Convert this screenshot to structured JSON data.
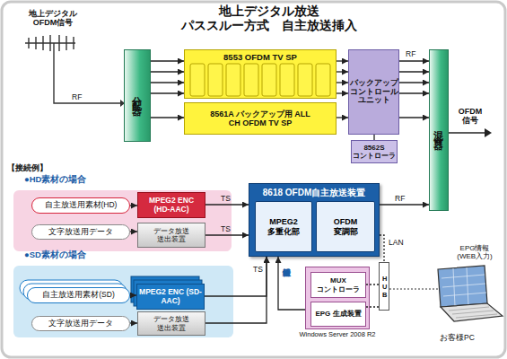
{
  "diagram": {
    "title": "地上デジタル放送 パススルー方式　自主放送挿入",
    "nodes": [
      {
        "text": [
          "分配器"
        ]
      },
      {
        "text": [
          "8553 OFDM TV SP"
        ]
      },
      {
        "text": [
          "8561A バックアップ用 ALL CH OFDM TV SP"
        ]
      },
      {
        "text": [
          "バックアップ コントロール ユニット"
        ]
      },
      {
        "text": [
          "8562S コントローラ"
        ]
      },
      {
        "text": [
          "混合器"
        ]
      },
      {
        "text": [
          "●HD素材の場合"
        ]
      },
      {
        "text": [
          "自主放送用素材(HD)"
        ],
        "in": 6
      },
      {
        "text": [
          "MPEG2 ENC (HD-AAC)"
        ],
        "in": 6
      },
      {
        "text": [
          "文字放送用データ"
        ],
        "in": 6
      },
      {
        "text": [
          "データ放送 送出装置"
        ],
        "in": 6
      },
      {
        "text": [
          "8618 OFDM自主放送装置"
        ]
      },
      {
        "text": [
          "MPEG2 多重化部"
        ],
        "in": 11
      },
      {
        "text": [
          "OFDM 変調部"
        ],
        "in": 11
      },
      {
        "text": [
          "●SD素材の場合"
        ]
      },
      {
        "text": [
          "自主放送用素材(SD)"
        ],
        "in": 14
      },
      {
        "text": [
          "MPEG2 ENC (SD-AAC)"
        ],
        "in": 14
      },
      {
        "text": [
          "文字放送用データ"
        ],
        "in": 14
      },
      {
        "text": [
          "データ放送 送出装置"
        ],
        "in": 14
      },
      {
        "text": [
          "Windows Server 2008 R2"
        ]
      },
      {
        "text": [
          "MUX コントローラ"
        ],
        "in": 19
      },
      {
        "text": [
          "EPG 生成装置"
        ],
        "in": 19
      },
      {
        "text": [
          "HUB"
        ]
      }
    ],
    "edges": [
      {
        "from": 0,
        "to": 1,
        "arrow": "to"
      },
      {
        "from": 0,
        "to": 1,
        "arrow": "to"
      },
      {
        "from": 0,
        "to": 1,
        "arrow": "to"
      },
      {
        "from": 0,
        "to": 1,
        "arrow": "to"
      },
      {
        "from": 0,
        "to": 2,
        "arrow": "to"
      },
      {
        "from": 1,
        "to": 3,
        "arrow": "to"
      },
      {
        "from": 1,
        "to": 3,
        "arrow": "to"
      },
      {
        "from": 1,
        "to": 3,
        "arrow": "to"
      },
      {
        "from": 1,
        "to": 3,
        "arrow": "to"
      },
      {
        "from": 2,
        "to": 3,
        "arrow": "to"
      },
      {
        "from": 3,
        "to": 5,
        "arrow": "to",
        "label": "RF"
      },
      {
        "from": 3,
        "to": 5,
        "arrow": "to"
      },
      {
        "from": 3,
        "to": 5,
        "arrow": "to"
      },
      {
        "from": 3,
        "to": 5,
        "arrow": "to"
      },
      {
        "from": 3,
        "to": 5,
        "arrow": "to"
      },
      {
        "from": 4,
        "to": 3,
        "arrow": "none"
      },
      {
        "from": 11,
        "to": 5,
        "arrow": "to",
        "label": "RF"
      },
      {
        "from": 7,
        "to": 8,
        "arrow": "to"
      },
      {
        "from": 9,
        "to": 10,
        "arrow": "to"
      },
      {
        "from": 8,
        "to": 11,
        "arrow": "to",
        "label": "TS"
      },
      {
        "from": 10,
        "to": 11,
        "arrow": "to",
        "label": "TS"
      },
      {
        "from": 15,
        "to": 16,
        "arrow": "to"
      },
      {
        "from": 17,
        "to": 18,
        "arrow": "to"
      },
      {
        "from": 16,
        "to": 11,
        "arrow": "to",
        "label": "TS"
      },
      {
        "from": 18,
        "to": 11,
        "arrow": "to"
      },
      {
        "from": 19,
        "to": 11,
        "arrow": "to",
        "label": "番組情報"
      },
      {
        "from": 11,
        "to": 22,
        "arrow": "none",
        "label": "LAN"
      },
      {
        "from": 20,
        "to": 22,
        "arrow": "none"
      },
      {
        "from": 21,
        "to": 22,
        "arrow": "none"
      }
    ],
    "labels": [
      "地上デジタル OFDM信号",
      "RF",
      "OFDM 信号",
      "【接続例】",
      "EPG情報 (WEB入力)",
      "お客様PC"
    ]
  }
}
